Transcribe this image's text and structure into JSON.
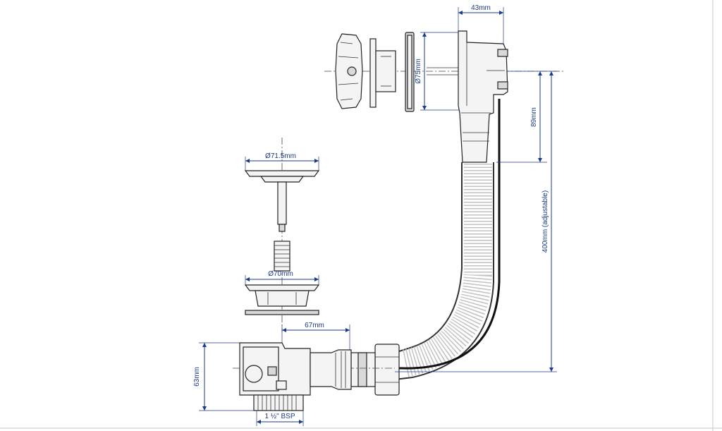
{
  "dimensions": {
    "overflow_depth": "43mm",
    "overflow_diameter": "Ø75mm",
    "overflow_height": "89mm",
    "hose_length": "400mm (adjustable)",
    "plug_diameter": "Ø71.5mm",
    "flange_diameter": "Ø70mm",
    "waste_offset": "67mm",
    "waste_height": "63mm",
    "thread_size": "1 ½\" BSP"
  },
  "colors": {
    "dimension": "#1a3a8a",
    "outline": "#222222",
    "part_fill": "#f4f4f4"
  }
}
